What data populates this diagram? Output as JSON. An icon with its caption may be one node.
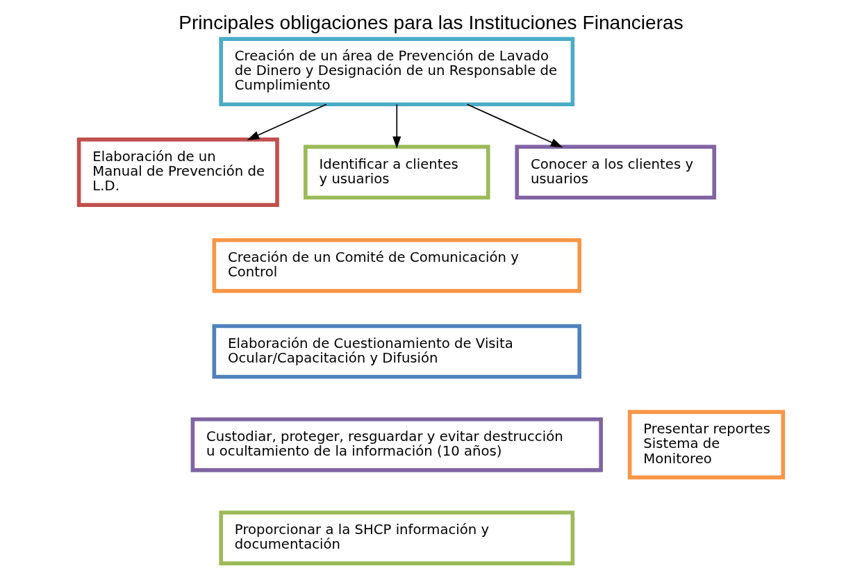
{
  "diagram": {
    "title": "Principales obligaciones para las Instituciones Financieras",
    "nodes": [
      {
        "text": [
          "Creación de un área de Prevención de Lavado de Dinero y Designación de un Responsable de Cumplimiento"
        ]
      },
      {
        "text": [
          "Elaboración de un Manual de Prevención de L.D."
        ]
      },
      {
        "text": [
          "Identificar a clientes y usuarios"
        ]
      },
      {
        "text": [
          "Conocer a los clientes y usuarios"
        ]
      },
      {
        "text": [
          "Creación de un Comité de Comunicación y Control"
        ]
      },
      {
        "text": [
          "Elaboración de Cuestionamiento de Visita Ocular/Capacitación y Difusión"
        ]
      },
      {
        "text": [
          "Presentar reportes Sistema de Monitoreo"
        ]
      },
      {
        "text": [
          "Custodiar, proteger, resguardar y evitar destrucción u ocultamiento de la información (10 años)"
        ]
      },
      {
        "text": [
          "Proporcionar a la SHCP información y documentación"
        ]
      }
    ],
    "edges": [
      {
        "from": 0,
        "to": 1,
        "arrow": "to"
      },
      {
        "from": 0,
        "to": 2,
        "arrow": "to"
      },
      {
        "from": 0,
        "to": 3,
        "arrow": "to"
      }
    ]
  }
}
